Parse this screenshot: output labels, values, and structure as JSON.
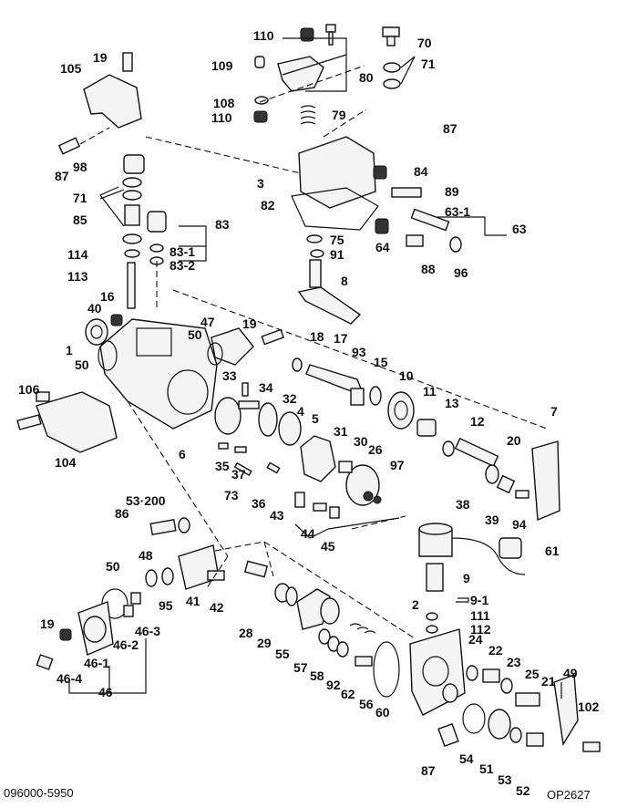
{
  "footer": {
    "part_number": "096000-5950",
    "figure_code": "OP2627"
  },
  "callouts": [
    "110",
    "19",
    "109",
    "80",
    "108",
    "110",
    "79",
    "70",
    "71",
    "105",
    "87",
    "87",
    "98",
    "71",
    "85",
    "83",
    "83-1",
    "83-2",
    "114",
    "113",
    "3",
    "84",
    "89",
    "82",
    "63-1",
    "63",
    "75",
    "91",
    "64",
    "88",
    "96",
    "8",
    "40",
    "16",
    "1",
    "50",
    "47",
    "50",
    "19",
    "18",
    "17",
    "93",
    "15",
    "10",
    "11",
    "13",
    "12",
    "7",
    "106",
    "33",
    "34",
    "32",
    "4",
    "5",
    "31",
    "30",
    "26",
    "97",
    "20",
    "104",
    "6",
    "35",
    "37",
    "73",
    "36",
    "43",
    "44",
    "45",
    "38",
    "39",
    "94",
    "53·200",
    "86",
    "48",
    "50",
    "95",
    "41",
    "42",
    "61",
    "9",
    "9-1",
    "2",
    "111",
    "112",
    "19",
    "46-3",
    "46-2",
    "46-1",
    "46-4",
    "46",
    "28",
    "29",
    "55",
    "57",
    "58",
    "92",
    "62",
    "56",
    "60",
    "24",
    "22",
    "23",
    "25",
    "21",
    "49",
    "102",
    "87",
    "54",
    "51",
    "53",
    "52"
  ]
}
